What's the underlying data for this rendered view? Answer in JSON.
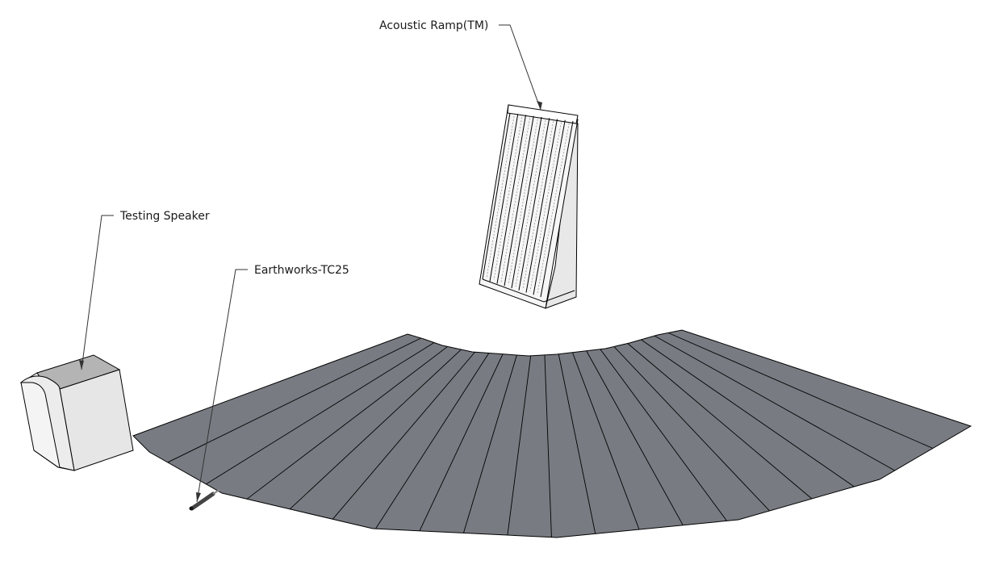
{
  "labels": {
    "acoustic_ramp": "Acoustic Ramp(TM)",
    "testing_speaker": "Testing Speaker",
    "microphone": "Earthworks-TC25"
  },
  "floor": {
    "segments": 20
  },
  "colors": {
    "background": "#ffffff",
    "floor_fill": "#787c82",
    "floor_edge": "#000000",
    "speaker_front": "#e6e6e6",
    "speaker_top": "#b4b4b4",
    "speaker_side": "#f4f4f4",
    "ramp_fill": "#f6f6f6",
    "ramp_side": "#e8e8e8",
    "mic_body": "#555555",
    "leader": "#333333"
  }
}
